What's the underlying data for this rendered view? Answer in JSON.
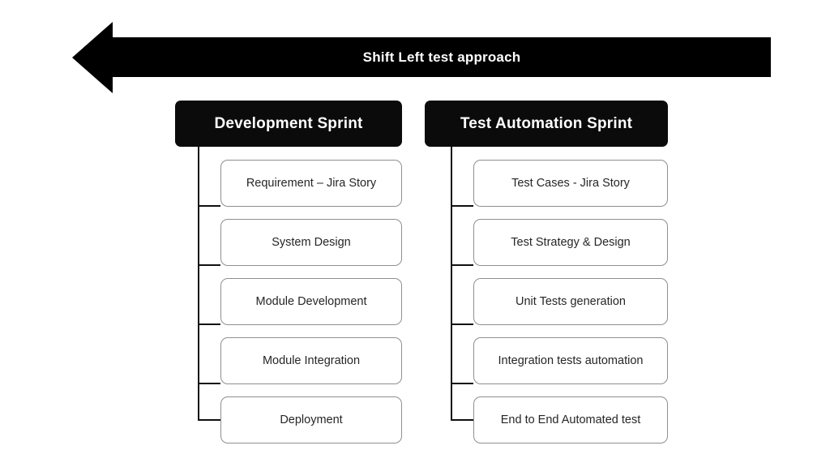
{
  "banner": {
    "title": "Shift Left test approach",
    "direction": "left",
    "fill_color": "#000000",
    "text_color": "#ffffff"
  },
  "theme": {
    "background": "#ffffff",
    "header_fill": "#0b0b0b",
    "header_text": "#ffffff",
    "box_fill": "#ffffff",
    "box_border": "#8f8f8f",
    "box_text": "#262626",
    "connector": "#111111"
  },
  "columns": [
    {
      "id": "development",
      "header": "Development Sprint",
      "items": [
        {
          "label": "Requirement – Jira Story"
        },
        {
          "label": "System Design"
        },
        {
          "label": "Module Development"
        },
        {
          "label": "Module Integration"
        },
        {
          "label": "Deployment"
        }
      ]
    },
    {
      "id": "test",
      "header": "Test Automation Sprint",
      "items": [
        {
          "label": "Test Cases - Jira Story"
        },
        {
          "label": "Test Strategy & Design"
        },
        {
          "label": "Unit Tests generation"
        },
        {
          "label": "Integration tests automation"
        },
        {
          "label": "End to End Automated test"
        }
      ]
    }
  ]
}
